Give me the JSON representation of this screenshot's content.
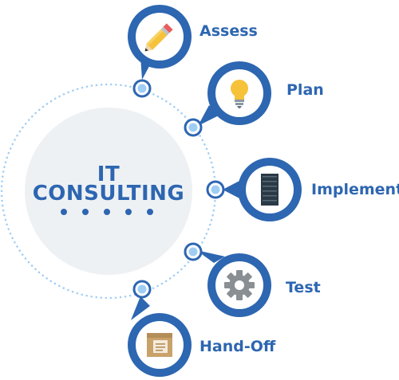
{
  "center": {
    "title_line1": "IT",
    "title_line2": "CONSULTING"
  },
  "steps": [
    {
      "label": "Assess",
      "icon": "pencil-icon"
    },
    {
      "label": "Plan",
      "icon": "lightbulb-icon"
    },
    {
      "label": "Implement",
      "icon": "server-icon"
    },
    {
      "label": "Test",
      "icon": "gear-icon"
    },
    {
      "label": "Hand-Off",
      "icon": "folder-icon"
    }
  ],
  "colors": {
    "primary_blue": "#2d66b1",
    "light_blue": "#9fcdf4",
    "center_fill": "#eef1f4",
    "dotted_ring": "#9fcdf4"
  }
}
